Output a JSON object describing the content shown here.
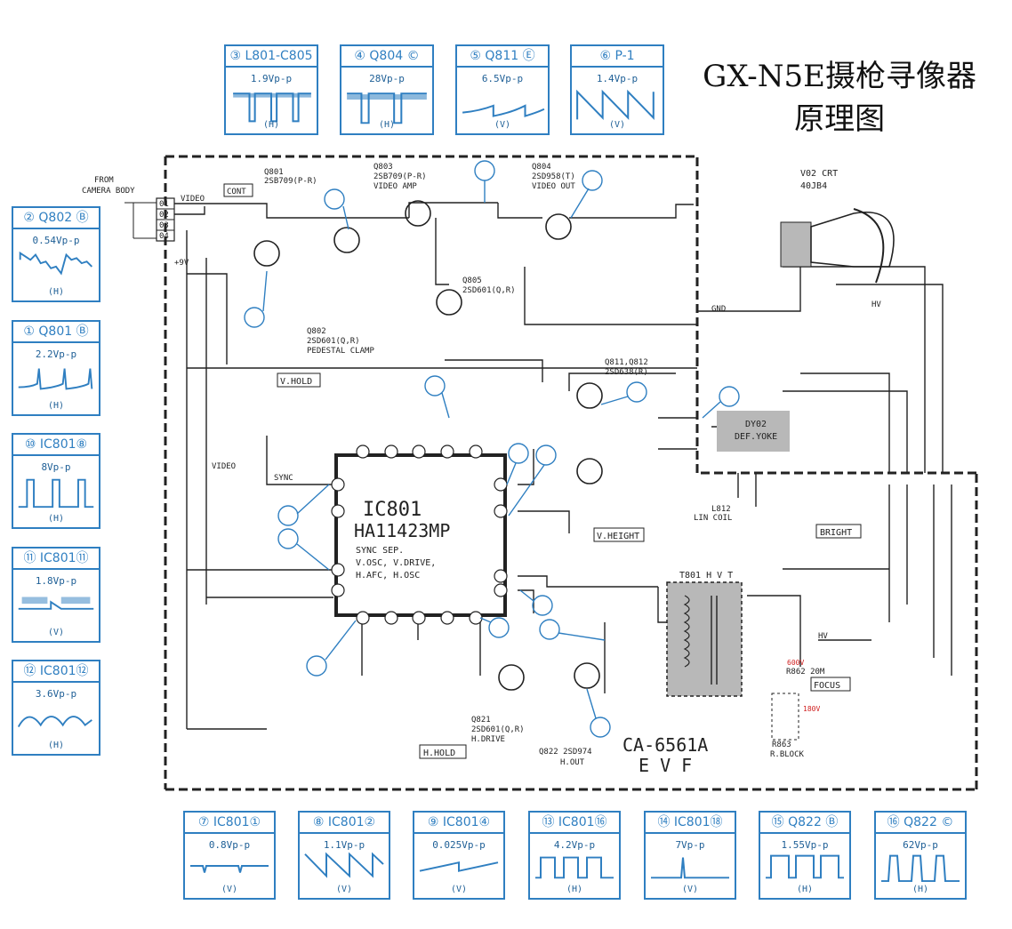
{
  "title": {
    "line1": "GX-N5E摄枪寻像器",
    "line2": "原理图"
  },
  "colors": {
    "accent": "#2f7fc1",
    "voltage": "#d02020",
    "line": "#222222"
  },
  "waveforms": {
    "top": [
      {
        "id": "w3",
        "head": "③ L801-C805",
        "amp": "1.9Vp-p",
        "unit": "(H)",
        "shape": "pulse-down"
      },
      {
        "id": "w4",
        "head": "④ Q804 ©",
        "amp": "28Vp-p",
        "unit": "(H)",
        "shape": "pulse-down"
      },
      {
        "id": "w5",
        "head": "⑤ Q811 Ⓔ",
        "amp": "6.5Vp-p",
        "unit": "(V)",
        "shape": "saw-rise"
      },
      {
        "id": "w6",
        "head": "⑥ P-1",
        "amp": "1.4Vp-p",
        "unit": "(V)",
        "shape": "saw-fall"
      }
    ],
    "left": [
      {
        "id": "w2",
        "head": "② Q802 Ⓑ",
        "amp": "0.54Vp-p",
        "unit": "(H)",
        "shape": "video"
      },
      {
        "id": "w1",
        "head": "① Q801 Ⓑ",
        "amp": "2.2Vp-p",
        "unit": "(H)",
        "shape": "spike-up"
      },
      {
        "id": "w10",
        "head": "⑩ IC801⑧",
        "amp": "8Vp-p",
        "unit": "(H)",
        "shape": "pulse-up"
      },
      {
        "id": "w11",
        "head": "⑪ IC801⑪",
        "amp": "1.8Vp-p",
        "unit": "(V)",
        "shape": "burst"
      },
      {
        "id": "w12",
        "head": "⑫ IC801⑫",
        "amp": "3.6Vp-p",
        "unit": "(H)",
        "shape": "arch"
      }
    ],
    "bottom": [
      {
        "id": "w7",
        "head": "⑦ IC801①",
        "amp": "0.8Vp-p",
        "unit": "(V)",
        "shape": "dip"
      },
      {
        "id": "w8",
        "head": "⑧ IC801②",
        "amp": "1.1Vp-p",
        "unit": "(V)",
        "shape": "saw-fall"
      },
      {
        "id": "w9",
        "head": "⑨ IC801④",
        "amp": "0.025Vp-p",
        "unit": "(V)",
        "shape": "ramp"
      },
      {
        "id": "w13",
        "head": "⑬ IC801⑯",
        "amp": "4.2Vp-p",
        "unit": "(H)",
        "shape": "square"
      },
      {
        "id": "w14",
        "head": "⑭ IC801⑱",
        "amp": "7Vp-p",
        "unit": "(V)",
        "shape": "spike-up"
      },
      {
        "id": "w15",
        "head": "⑮ Q822 Ⓑ",
        "amp": "1.55Vp-p",
        "unit": "(H)",
        "shape": "square"
      },
      {
        "id": "w16",
        "head": "⑯ Q822 ©",
        "amp": "62Vp-p",
        "unit": "(H)",
        "shape": "pulse-up"
      }
    ]
  },
  "schematic": {
    "from": "FROM",
    "camera_body": "CAMERA BODY",
    "video": "VIDEO",
    "cont": "CONT",
    "plus9v": "+9V",
    "pins": [
      "01",
      "02",
      "03",
      "04"
    ],
    "q801": "Q801",
    "q801_type": "2SB709(P-R)",
    "q803": "Q803",
    "q803_type": "2SB709(P-R)",
    "q803_func": "VIDEO AMP",
    "q804": "Q804",
    "q804_type": "2SD958(T)",
    "q804_func": "VIDEO OUT",
    "q802": "Q802",
    "q802_type": "2SD601(Q,R)",
    "q802_func": "PEDESTAL CLAMP",
    "q805": "Q805",
    "q805_type": "2SD601(Q,R)",
    "q811": "Q811,Q812",
    "q811_type": "2SD638(R)",
    "q821": "Q821",
    "q821_type": "2SD601(Q,R)",
    "q821_func": "H.DRIVE",
    "q822": "Q822 2SD974",
    "q822_func": "H.OUT",
    "ic_name": "IC801",
    "ic_part": "HA11423MP",
    "ic_func1": "SYNC SEP.",
    "ic_func2": "V.OSC, V.DRIVE,",
    "ic_func3": "H.AFC, H.OSC",
    "vhold": "V.HOLD",
    "vheight": "V.HEIGHT",
    "hhold": "H.HOLD",
    "bright": "BRIGHT",
    "focus": "FOCUS",
    "sync": "SYNC",
    "crt": "V02 CRT",
    "crt_type": "40JB4",
    "dy": "DY02",
    "dy_func": "DEF.YOKE",
    "t801": "T801 H V T",
    "lin_coil": "LIN COIL",
    "l812": "L812",
    "hv": "HV",
    "gnd": "GND",
    "board": "CA-6561A",
    "board_sub": "E V F",
    "r_block": "R.BLOCK",
    "r863": "R863",
    "v600": "600V",
    "v180": "180V",
    "r862": "R862 20M"
  }
}
